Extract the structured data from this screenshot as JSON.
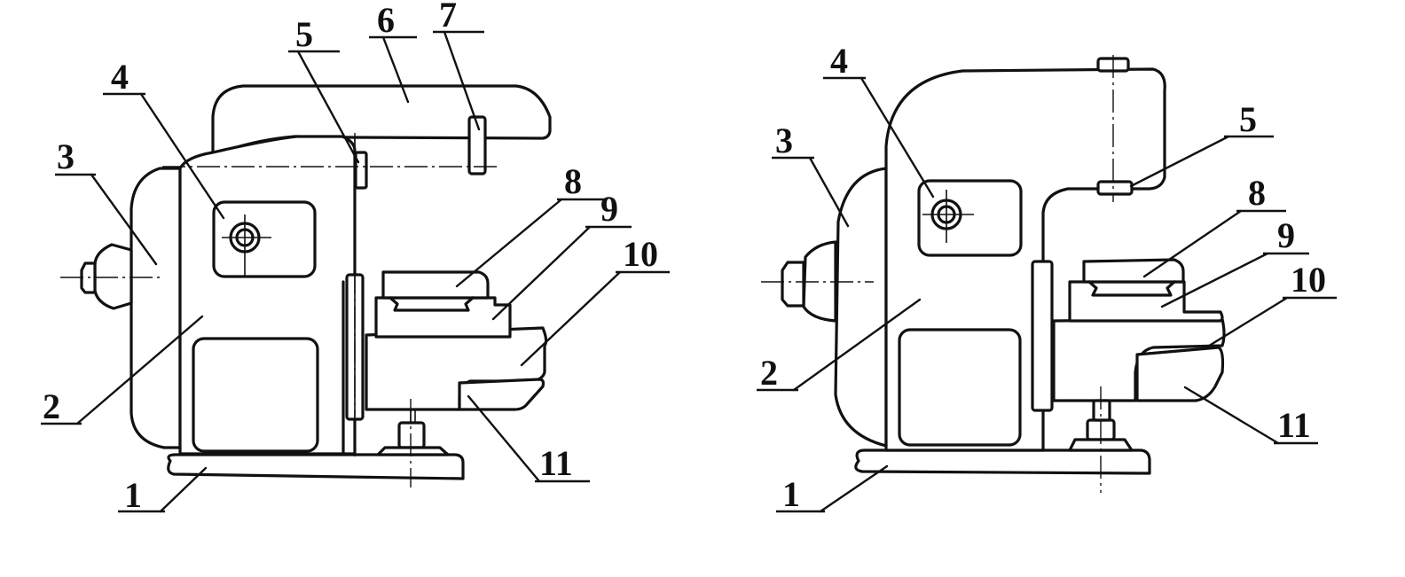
{
  "figures": [
    {
      "id": "horizontal",
      "callouts": [
        {
          "text": "1"
        },
        {
          "text": "2"
        },
        {
          "text": "3"
        },
        {
          "text": "4"
        },
        {
          "text": "5"
        },
        {
          "text": "6"
        },
        {
          "text": "7"
        },
        {
          "text": "8"
        },
        {
          "text": "9"
        },
        {
          "text": "10"
        },
        {
          "text": "11"
        }
      ]
    },
    {
      "id": "vertical",
      "callouts": [
        {
          "text": "1"
        },
        {
          "text": "2"
        },
        {
          "text": "3"
        },
        {
          "text": "4"
        },
        {
          "text": "5"
        },
        {
          "text": "8"
        },
        {
          "text": "9"
        },
        {
          "text": "10"
        },
        {
          "text": "11"
        }
      ]
    }
  ],
  "colors": {
    "ink": "#111111",
    "paper": "#ffffff"
  }
}
